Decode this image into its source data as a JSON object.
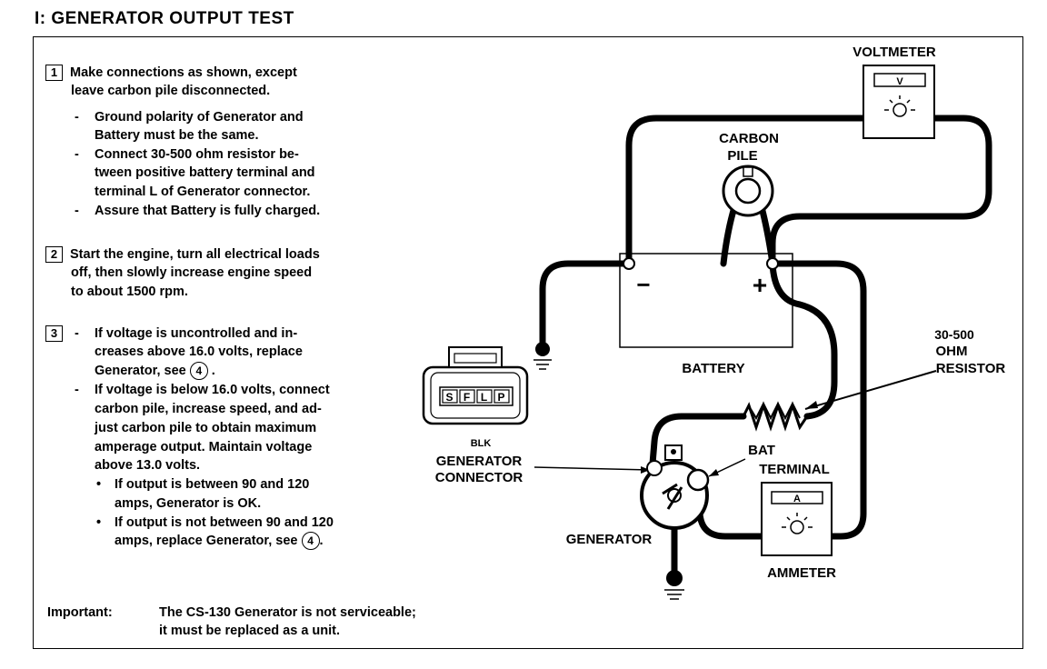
{
  "title": "I: GENERATOR OUTPUT TEST",
  "steps": {
    "s1_num": "1",
    "s1_line1": "Make connections as shown, except",
    "s1_line2": "leave carbon pile disconnected.",
    "s1_b1a": "Ground polarity of Generator and",
    "s1_b1b": "Battery must be the same.",
    "s1_b2a": "Connect 30-500 ohm resistor be-",
    "s1_b2b": "tween positive battery terminal and",
    "s1_b2c": "terminal L of Generator connector.",
    "s1_b3": "Assure that Battery is fully charged.",
    "s2_num": "2",
    "s2_line1": "Start the engine, turn all electrical loads",
    "s2_line2": "off, then slowly increase engine speed",
    "s2_line3": "to about 1500 rpm.",
    "s3_num": "3",
    "s3_b1a": "If voltage is uncontrolled and in-",
    "s3_b1b": "creases above 16.0 volts, replace",
    "s3_b1c": "Generator, see",
    "s3_b2a": "If voltage is below 16.0 volts, connect",
    "s3_b2b": "carbon pile, increase speed, and ad-",
    "s3_b2c": "just carbon pile to obtain maximum",
    "s3_b2d": "amperage output. Maintain  voltage",
    "s3_b2e": "above 13.0 volts.",
    "s3_d1a": "If output is between 90 and 120",
    "s3_d1b": "amps, Generator is OK.",
    "s3_d2a": "If output is not between 90 and 120",
    "s3_d2b": "amps, replace Generator, see",
    "ref_num": "4"
  },
  "important": {
    "label": "Important:",
    "line1": "The CS-130 Generator is not serviceable;",
    "line2": "it must be replaced as a unit."
  },
  "diagram": {
    "voltmeter": "VOLTMETER",
    "voltmeter_symbol": "V",
    "carbon_pile_1": "CARBON",
    "carbon_pile_2": "PILE",
    "battery": "BATTERY",
    "battery_neg": "−",
    "battery_pos": "+",
    "resistor_1": "30-500",
    "resistor_2": "OHM",
    "resistor_3": "RESISTOR",
    "connector_pins": [
      "S",
      "F",
      "L",
      "P"
    ],
    "blk": "BLK",
    "gen_connector_1": "GENERATOR",
    "gen_connector_2": "CONNECTOR",
    "bat_terminal_1": "BAT",
    "bat_terminal_2": "TERMINAL",
    "generator": "GENERATOR",
    "ammeter": "AMMETER",
    "ammeter_symbol": "A"
  }
}
